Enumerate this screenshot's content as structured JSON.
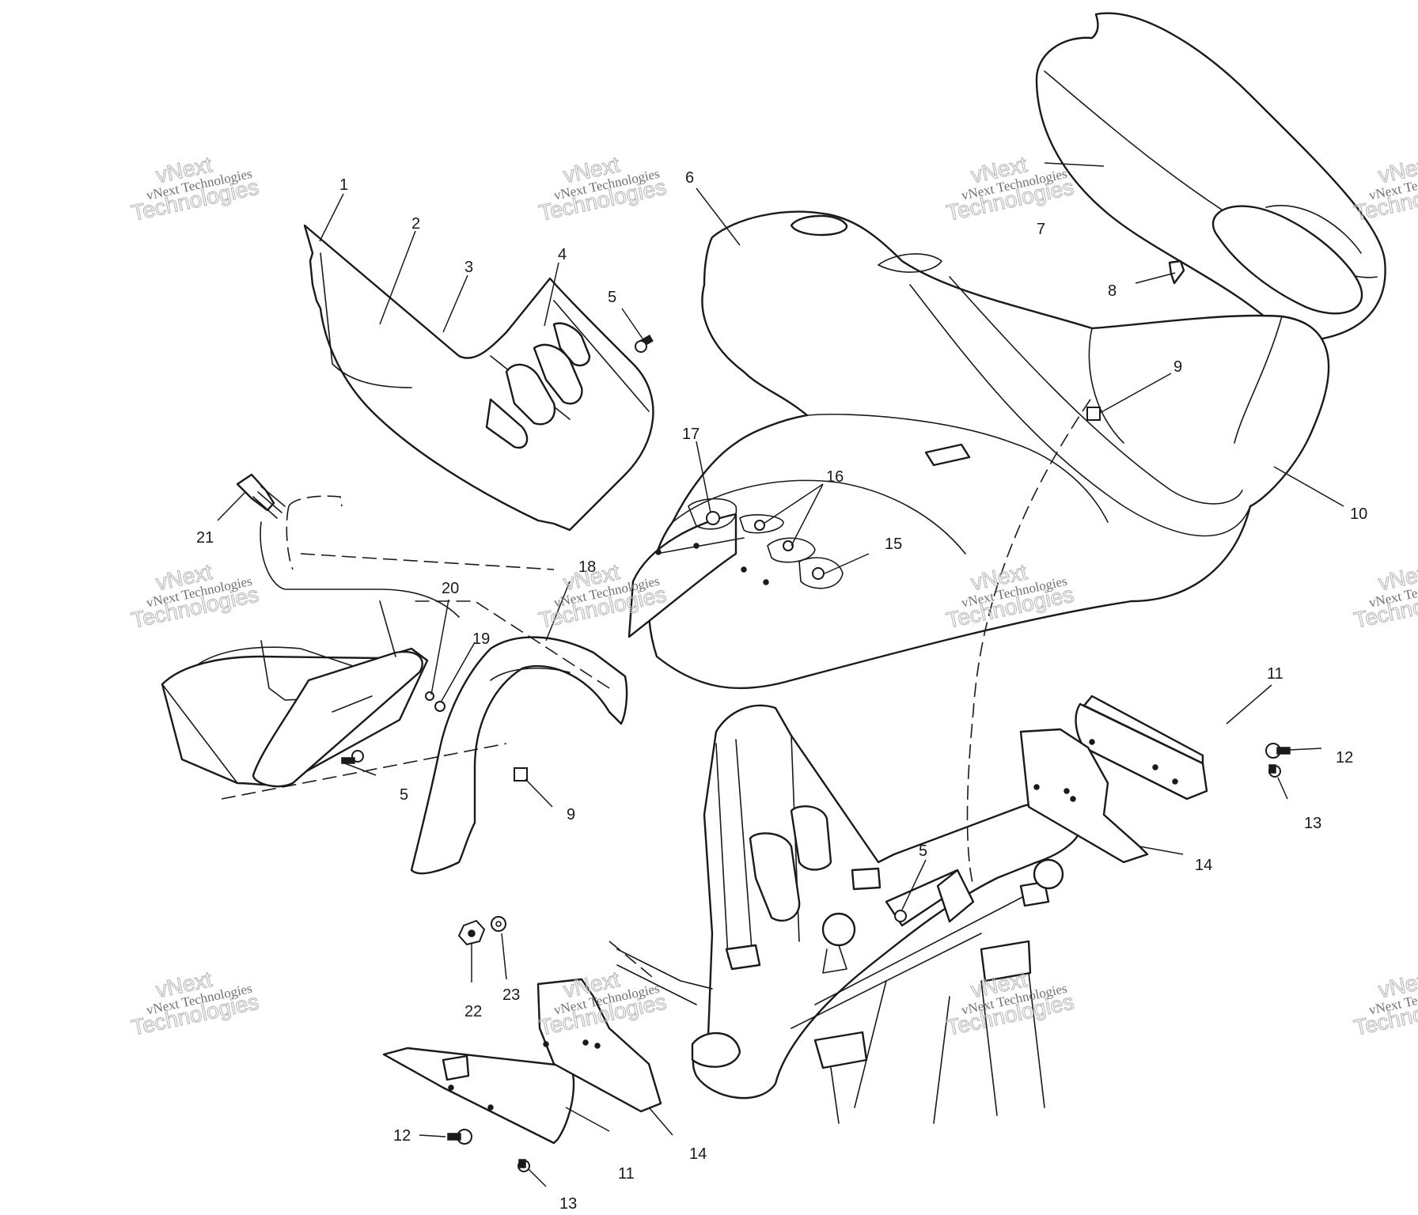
{
  "watermark": {
    "line1": "vNext",
    "line2": "vNext Technologies",
    "line3": "Technologies"
  },
  "callouts": [
    {
      "id": "c1",
      "text": "1"
    },
    {
      "id": "c2",
      "text": "2"
    },
    {
      "id": "c3",
      "text": "3"
    },
    {
      "id": "c4",
      "text": "4"
    },
    {
      "id": "c5a",
      "text": "5"
    },
    {
      "id": "c5b",
      "text": "5"
    },
    {
      "id": "c5c",
      "text": "5"
    },
    {
      "id": "c6",
      "text": "6"
    },
    {
      "id": "c7",
      "text": "7"
    },
    {
      "id": "c8",
      "text": "8"
    },
    {
      "id": "c9a",
      "text": "9"
    },
    {
      "id": "c9b",
      "text": "9"
    },
    {
      "id": "c10",
      "text": "10"
    },
    {
      "id": "c11a",
      "text": "11"
    },
    {
      "id": "c11b",
      "text": "11"
    },
    {
      "id": "c12a",
      "text": "12"
    },
    {
      "id": "c12b",
      "text": "12"
    },
    {
      "id": "c13a",
      "text": "13"
    },
    {
      "id": "c13b",
      "text": "13"
    },
    {
      "id": "c14a",
      "text": "14"
    },
    {
      "id": "c14b",
      "text": "14"
    },
    {
      "id": "c15",
      "text": "15"
    },
    {
      "id": "c16",
      "text": "16"
    },
    {
      "id": "c17",
      "text": "17"
    },
    {
      "id": "c18",
      "text": "18"
    },
    {
      "id": "c19",
      "text": "19"
    },
    {
      "id": "c20",
      "text": "20"
    },
    {
      "id": "c21",
      "text": "21"
    },
    {
      "id": "c22",
      "text": "22"
    },
    {
      "id": "c23",
      "text": "23"
    }
  ]
}
